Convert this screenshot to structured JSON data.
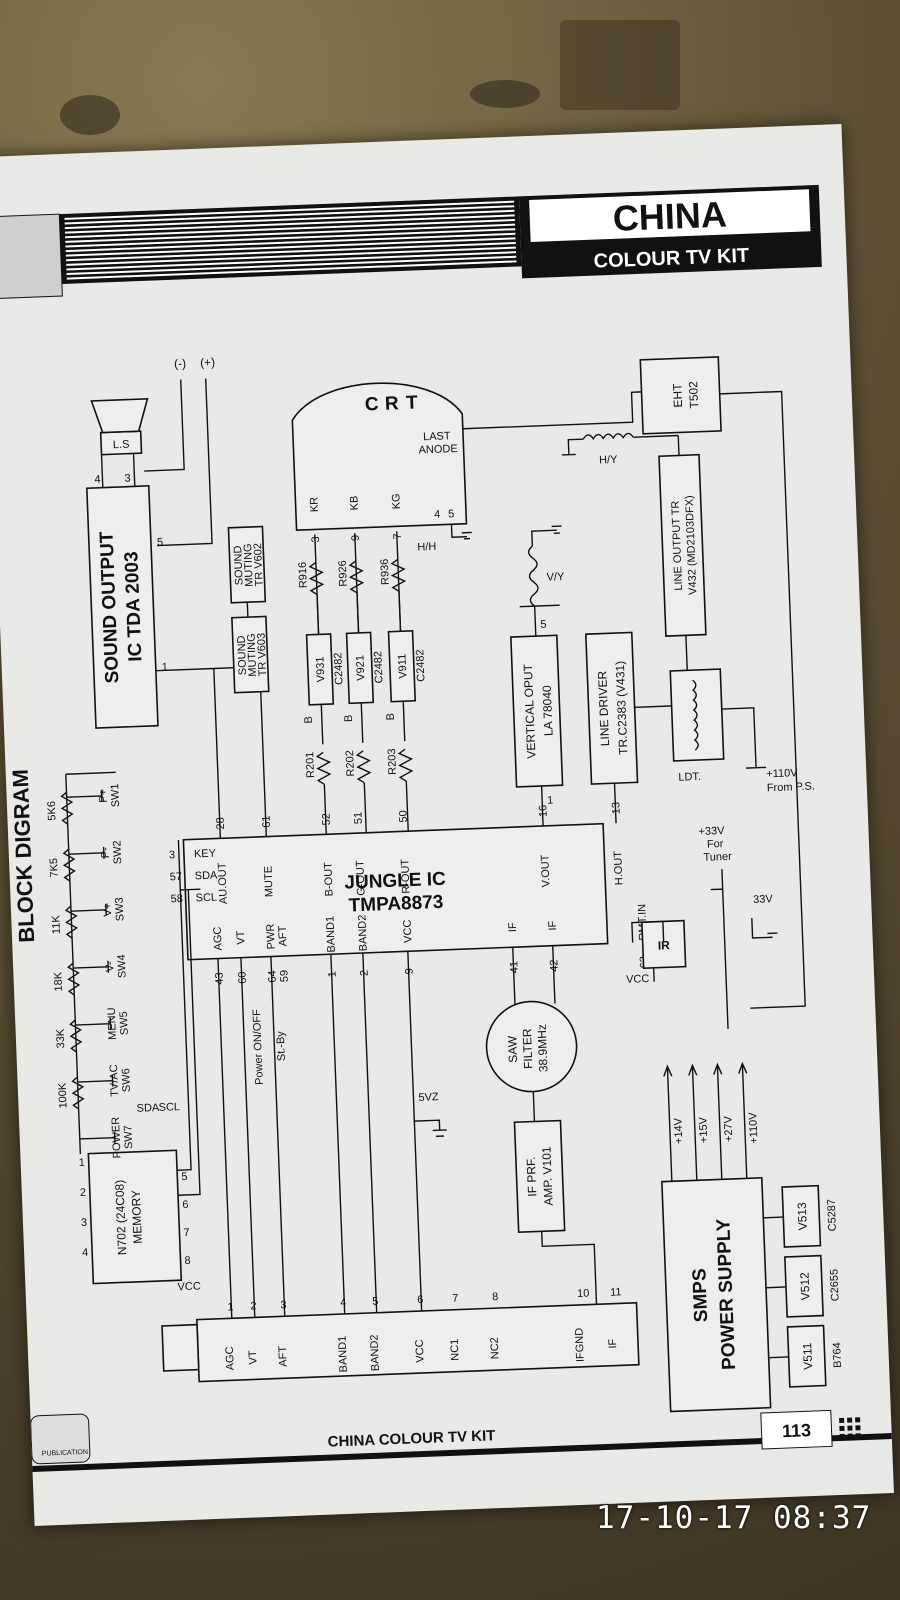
{
  "header": {
    "brand_line1": "CHINA",
    "brand_line2": "COLOUR TV KIT",
    "section_title": "BLOCK DIGRAM"
  },
  "footer": {
    "book_title": "CHINA COLOUR TV KIT",
    "page_number": "113",
    "publisher_badge": "PUBLICATION"
  },
  "photo_timestamp": "17-10-17 08:37",
  "blocks": {
    "jungle_ic": [
      "JUNGLE IC",
      "TMPA8873"
    ],
    "sound_output": [
      "SOUND OUTPUT",
      "IC TDA 2003"
    ],
    "memory": [
      "N702 (24C08)",
      "MEMORY"
    ],
    "sound_muting_1": [
      "SOUND",
      "MUTING",
      "TR V603"
    ],
    "sound_muting_2": [
      "SOUND",
      "MUTING",
      "TR V602"
    ],
    "vertical_output": [
      "VERTICAL OPUT",
      "LA 78040"
    ],
    "line_driver": [
      "LINE DRIVER",
      "TR.C2383 (V431)"
    ],
    "line_output": [
      "LINE OUTPUT TR",
      "V432 (MD2103DFX)"
    ],
    "eht": [
      "EHT",
      "T502"
    ],
    "smps": [
      "SMPS",
      "POWER SUPPLY"
    ],
    "saw_filter": [
      "SAW",
      "FILTER",
      "38.9MHz"
    ],
    "if_preamp": [
      "IF PRF.",
      "AMP. V101"
    ],
    "crt": [
      "C",
      "R",
      "T"
    ],
    "ir": "IR",
    "loudspeaker": "L.S"
  },
  "jungle_pins": {
    "top": [
      [
        "KEY",
        "3"
      ],
      [
        "SDA",
        "57"
      ],
      [
        "SCL",
        "58"
      ],
      [
        "AU.OUT",
        "28"
      ],
      [
        "MUTE",
        "61"
      ],
      [
        "B-OUT",
        "52"
      ],
      [
        "G-OUT",
        "51"
      ],
      [
        "R-OUT",
        "50"
      ],
      [
        "V.OUT",
        "16"
      ],
      [
        "H.OUT",
        "13"
      ]
    ],
    "bottom": [
      [
        "AGC",
        "43"
      ],
      [
        "VT",
        "60"
      ],
      [
        "PWR",
        "64"
      ],
      [
        "AFT",
        "59"
      ],
      [
        "BAND1",
        "1"
      ],
      [
        "BAND2",
        "2"
      ],
      [
        "VCC",
        "9"
      ],
      [
        "IF",
        "41"
      ],
      [
        "IF",
        "42"
      ],
      [
        "RMT.IN",
        "63"
      ]
    ]
  },
  "keypad": {
    "resistors": [
      "100K",
      "33K",
      "18K",
      "11K",
      "7K5",
      "5K6"
    ],
    "switches": [
      [
        "POWER",
        "SW7"
      ],
      [
        "TV/AC",
        "SW6"
      ],
      [
        "MENU",
        "SW5"
      ],
      [
        "V-",
        "SW4"
      ],
      [
        "V+",
        "SW3"
      ],
      [
        "P-",
        "SW2"
      ],
      [
        "P+",
        "SW1"
      ]
    ]
  },
  "tuner_pins": [
    [
      "AGC",
      "1"
    ],
    [
      "VT",
      "2"
    ],
    [
      "AFT",
      "3"
    ],
    [
      "BAND1",
      "4"
    ],
    [
      "BAND2",
      "5"
    ],
    [
      "VCC",
      "6"
    ],
    [
      "NC1",
      "7"
    ],
    [
      "NC2",
      "8"
    ],
    [
      "IFGND",
      "10"
    ],
    [
      "IF",
      "11"
    ]
  ],
  "rgb_stage": {
    "transistors": [
      [
        "V931",
        "C2482"
      ],
      [
        "V921",
        "C2482"
      ],
      [
        "V911",
        "C2482"
      ]
    ],
    "base_resistors": [
      "R201",
      "R202",
      "R203"
    ],
    "output_resistors": [
      "R916",
      "R926",
      "R936"
    ],
    "crt_pins": [
      [
        "KR",
        "3"
      ],
      [
        "KB",
        "9"
      ],
      [
        "KG",
        "7"
      ]
    ],
    "base_label": "B"
  },
  "misc_labels": {
    "sda": "SDA",
    "scl": "SCL",
    "vcc": "VCC",
    "zener": "5VZ",
    "power_line": [
      "Power ON/OFF",
      "St.-By"
    ],
    "last_anode": [
      "LAST",
      "ANODE"
    ],
    "hh": "H/H",
    "vy": "V/Y",
    "hy": "H/Y",
    "ldt": "LDT.",
    "tuner_supply": [
      "+33V",
      "For",
      "Tuner"
    ],
    "zener33": "33V",
    "from_ps": [
      "+110V",
      "From P.S."
    ],
    "rails": [
      "+14V",
      "+15V",
      "+27V",
      "+110V"
    ],
    "neg": "(-)",
    "pos": "(+)",
    "crt_pin4": "4",
    "crt_pin5": "5",
    "vert_pin1": "1",
    "vert_pin5": "5",
    "mem_pins": [
      "1",
      "2",
      "3",
      "4",
      "5",
      "6",
      "7",
      "8"
    ],
    "so_pins": [
      "1",
      "3",
      "4",
      "5"
    ]
  },
  "smps_transistors": [
    [
      "V511",
      "B764"
    ],
    [
      "V512",
      "C2655"
    ],
    [
      "V513",
      "C5287"
    ]
  ]
}
